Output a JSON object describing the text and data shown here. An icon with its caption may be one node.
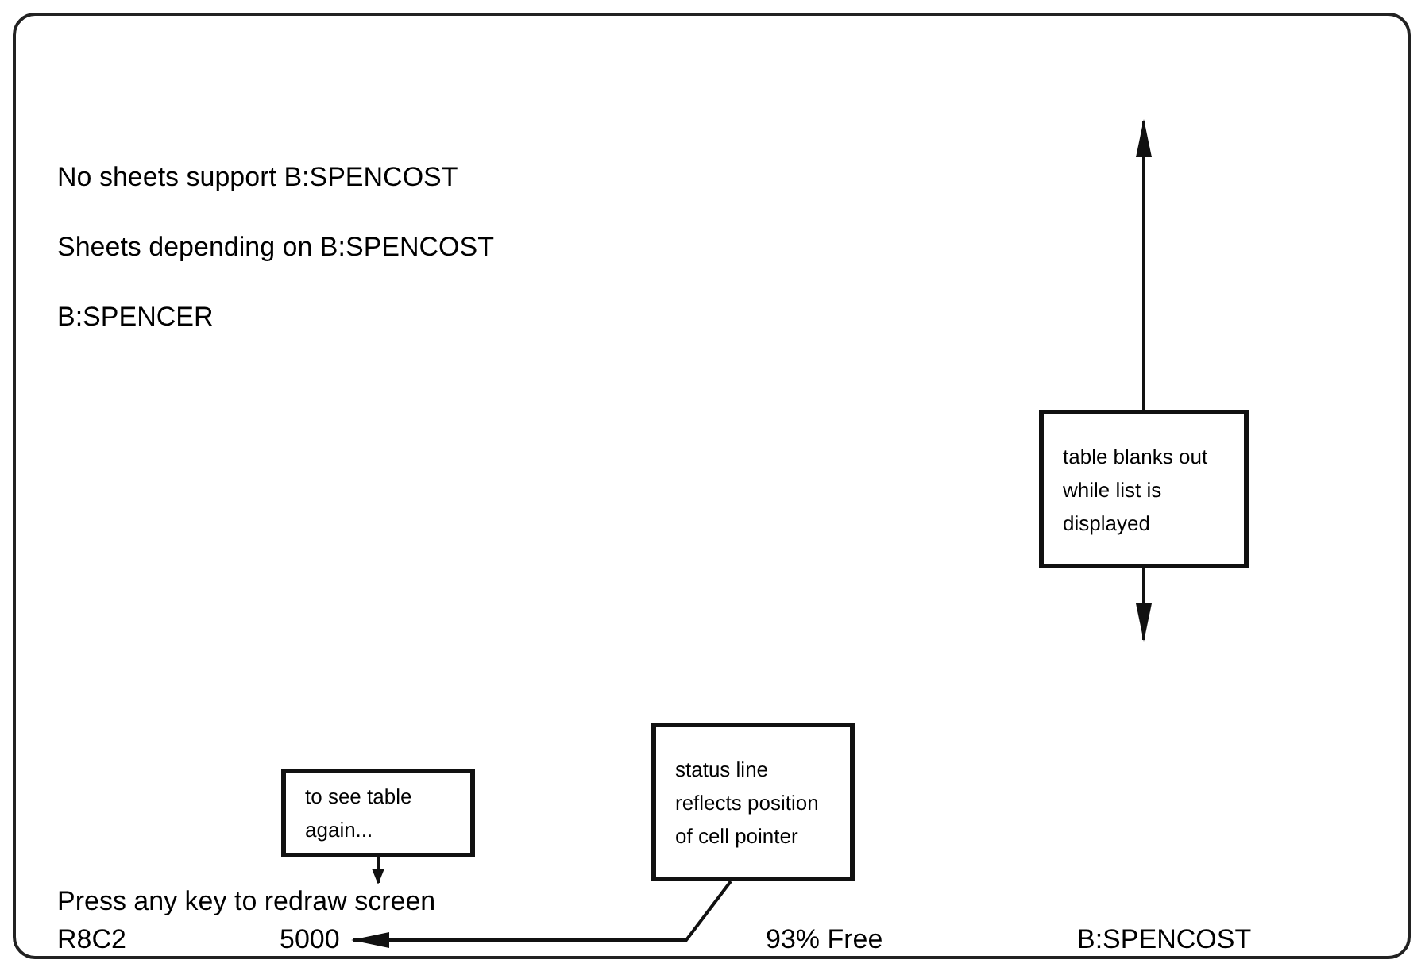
{
  "diagram": {
    "nodes": [
      {
        "text": [
          "table blanks out while list is displayed"
        ]
      },
      {
        "text": [
          "to see table again..."
        ]
      },
      {
        "text": [
          "Press any key to redraw screen"
        ]
      },
      {
        "text": [
          "status line reflects position of cell pointer"
        ]
      },
      {
        "text": [
          "5000"
        ]
      }
    ],
    "edges": [
      {
        "from": 0,
        "to": null,
        "arrow": "to"
      },
      {
        "from": 0,
        "to": null,
        "arrow": "to"
      },
      {
        "from": 1,
        "to": 2,
        "arrow": "to"
      },
      {
        "from": 3,
        "to": 4,
        "arrow": "to"
      }
    ],
    "labels": [
      "No sheets support B:SPENCOST",
      "Sheets depending on B:SPENCOST",
      "B:SPENCER",
      "R8C2",
      "93% Free",
      "B:SPENCOST"
    ]
  }
}
